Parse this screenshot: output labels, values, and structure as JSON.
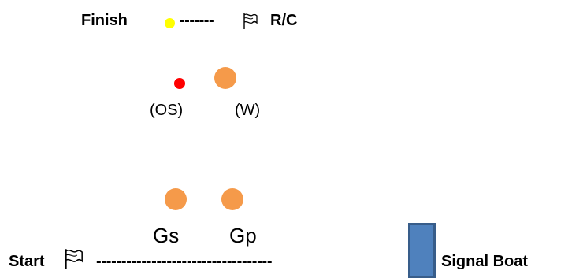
{
  "finish_row": {
    "label": "Finish",
    "dashes": "-------",
    "flag_icon": "flag-icon",
    "rc_label": "R/C",
    "pin_color": "#FFFF00"
  },
  "marks": {
    "os": {
      "label": "(OS)",
      "color": "#FF0000"
    },
    "w": {
      "label": "(W)",
      "color": "#F59A4A"
    },
    "gs": {
      "label": "Gs",
      "color": "#F59A4A"
    },
    "gp": {
      "label": "Gp",
      "color": "#F59A4A"
    }
  },
  "start_row": {
    "label": "Start",
    "flag_icon": "flag-icon",
    "dashes": "-----------------------------------",
    "signal_boat_label": "Signal Boat",
    "signal_boat_color": "#4F81BD",
    "signal_boat_border": "#385D8A"
  }
}
